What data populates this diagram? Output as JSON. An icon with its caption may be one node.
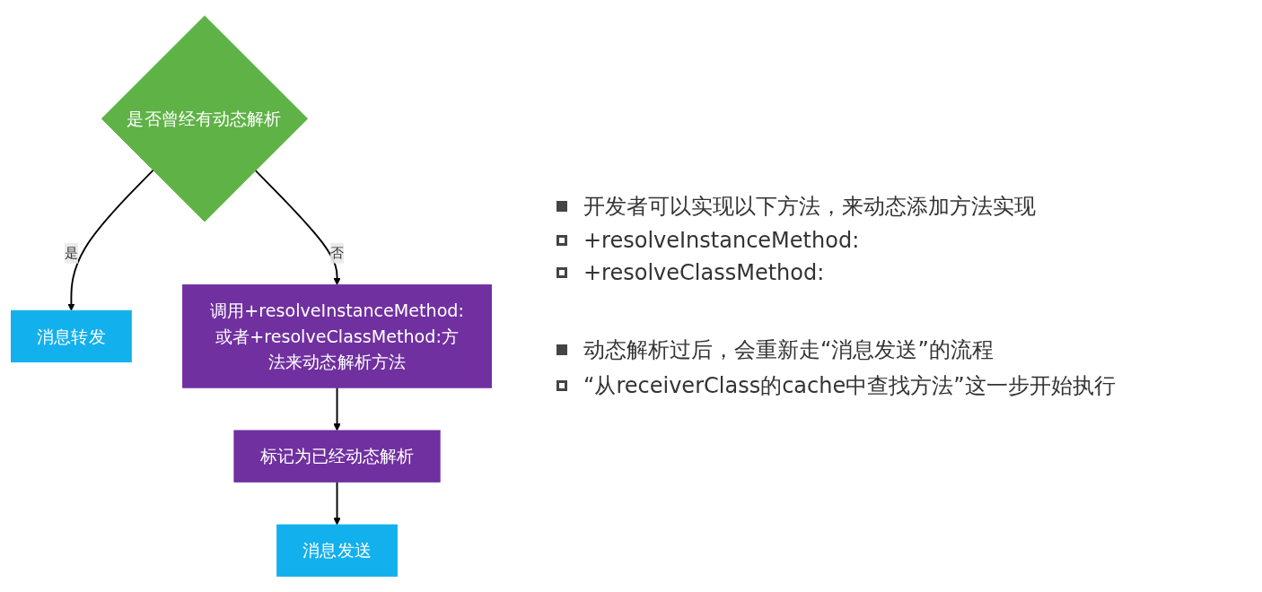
{
  "diagram": {
    "nodes": [
      {
        "text": [
          "是否曾经有动态解析"
        ]
      },
      {
        "text": [
          "消息转发"
        ]
      },
      {
        "text": [
          "调用+resolveInstanceMethod:或者+resolveClassMethod:方法来动态解析方法"
        ]
      },
      {
        "text": [
          "标记为已经动态解析"
        ]
      },
      {
        "text": [
          "消息发送"
        ]
      }
    ],
    "edges": [
      {
        "from": 0,
        "to": 1,
        "arrow": "to",
        "label": "是"
      },
      {
        "from": 0,
        "to": 2,
        "arrow": "to",
        "label": "否"
      },
      {
        "from": 2,
        "to": 3,
        "arrow": "to"
      },
      {
        "from": 3,
        "to": 4,
        "arrow": "to"
      }
    ],
    "labels": [
      "开发者可以实现以下方法，来动态添加方法实现",
      "+resolveInstanceMethod:",
      "+resolveClassMethod:",
      "动态解析过后，会重新走“消息发送”的流程",
      "“从receiverClass的cache中查找方法”这一步开始执行"
    ]
  }
}
